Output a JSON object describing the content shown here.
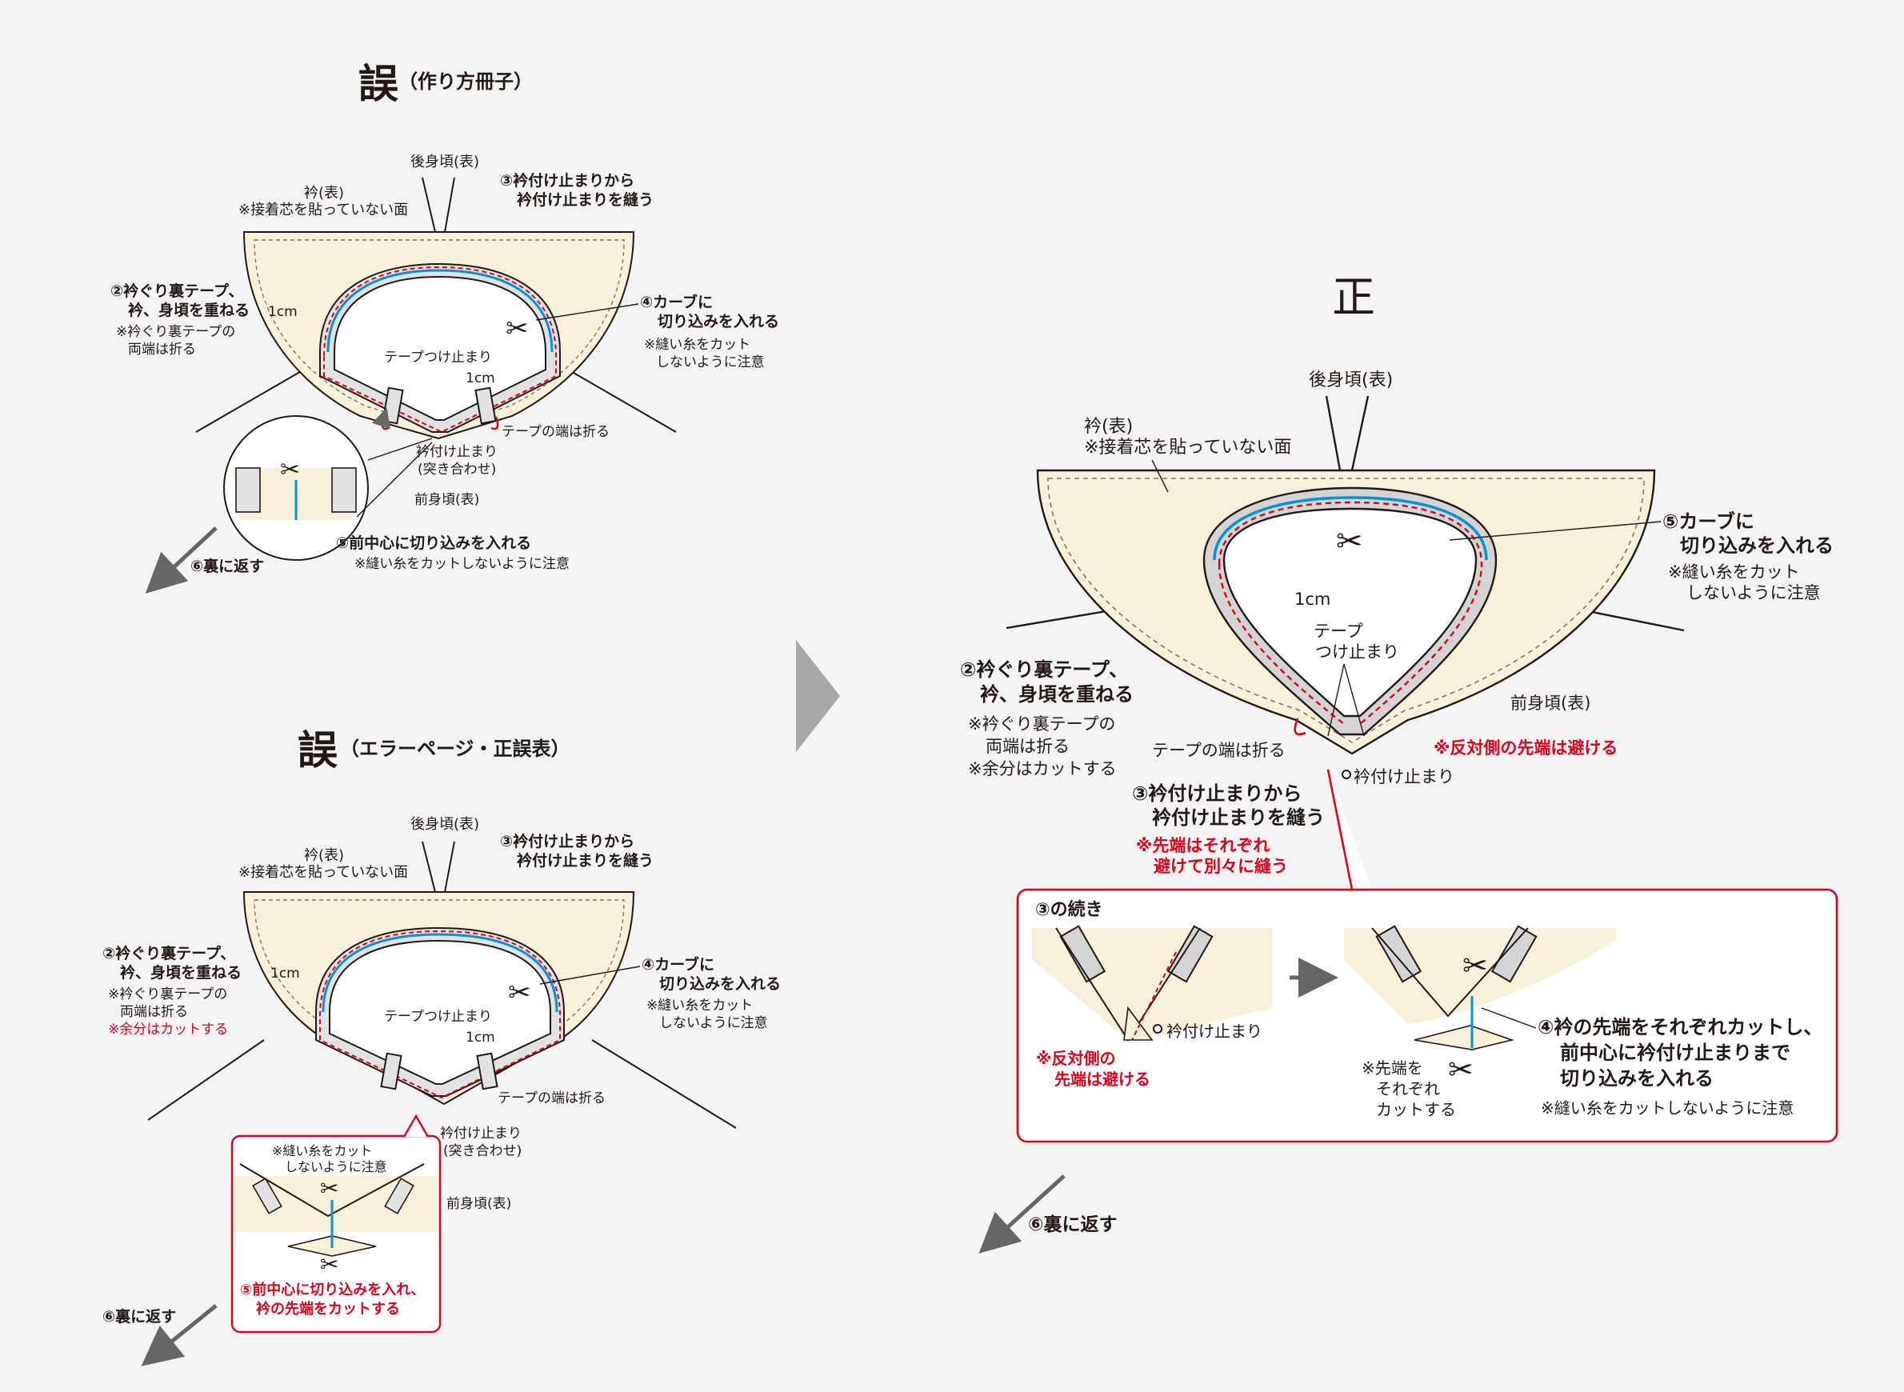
{
  "panel_wrong_1": {
    "title_main": "誤",
    "title_sub": "（作り方冊子）",
    "label_back": "後身頃(表)",
    "label_collar": "衿(表)",
    "label_collar_note": "※接着芯を貼っていない面",
    "step3_line1": "③衿付け止まりから",
    "step3_line2": "衿付け止まりを縫う",
    "step2_line1": "②衿ぐり裏テープ、",
    "step2_line2": "衿、身頃を重ねる",
    "step2_note1": "※衿ぐり裏テープの",
    "step2_note2": "両端は折る",
    "step4_line1": "④カーブに",
    "step4_line2": "切り込みを入れる",
    "step4_note1": "※縫い糸をカット",
    "step4_note2": "しないように注意",
    "label_1cm_a": "1cm",
    "label_1cm_b": "1cm",
    "label_tape_stop": "テープつけ止まり",
    "label_tape_end": "テープの端は折る",
    "label_collar_stop1": "衿付け止まり",
    "label_collar_stop2": "(突き合わせ)",
    "label_front": "前身頃(表)",
    "step5_line": "⑤前中心に切り込みを入れる",
    "step5_note": "※縫い糸をカットしないように注意",
    "step6": "⑥裏に返す"
  },
  "panel_wrong_2": {
    "title_main": "誤",
    "title_sub": "（エラーページ・正誤表）",
    "label_back": "後身頃(表)",
    "label_collar": "衿(表)",
    "label_collar_note": "※接着芯を貼っていない面",
    "step3_line1": "③衿付け止まりから",
    "step3_line2": "衿付け止まりを縫う",
    "step2_line1": "②衿ぐり裏テープ、",
    "step2_line2": "衿、身頃を重ねる",
    "step2_note1": "※衿ぐり裏テープの",
    "step2_note2": "両端は折る",
    "step2_note3": "※余分はカットする",
    "step4_line1": "④カーブに",
    "step4_line2": "切り込みを入れる",
    "step4_note1": "※縫い糸をカット",
    "step4_note2": "しないように注意",
    "label_1cm_a": "1cm",
    "label_1cm_b": "1cm",
    "label_tape_stop": "テープつけ止まり",
    "label_tape_end": "テープの端は折る",
    "label_collar_stop1": "衿付け止まり",
    "label_collar_stop2": "(突き合わせ)",
    "label_front": "前身頃(表)",
    "inset_note1": "※縫い糸をカット",
    "inset_note2": "しないように注意",
    "inset_step5_line1": "⑤前中心に切り込みを入れ、",
    "inset_step5_line2": "衿の先端をカットする",
    "step6": "⑥裏に返す"
  },
  "panel_right": {
    "title_main": "正",
    "label_back": "後身頃(表)",
    "label_collar": "衿(表)",
    "label_collar_note": "※接着芯を貼っていない面",
    "step5_line1": "⑤カーブに",
    "step5_line2": "切り込みを入れる",
    "step5_note1": "※縫い糸をカット",
    "step5_note2": "しないように注意",
    "label_1cm": "1cm",
    "label_tape_stop1": "テープ",
    "label_tape_stop2": "つけ止まり",
    "step2_line1": "②衿ぐり裏テープ、",
    "step2_line2": "衿、身頃を重ねる",
    "step2_note1": "※衿ぐり裏テープの",
    "step2_note2": "両端は折る",
    "step2_note3": "※余分はカットする",
    "label_front": "前身頃(表)",
    "label_tape_end": "テープの端は折る",
    "red_avoid": "※反対側の先端は避ける",
    "label_collar_stop": "衿付け止まり",
    "step3_line1": "③衿付け止まりから",
    "step3_line2": "衿付け止まりを縫う",
    "red_note1": "※先端はそれぞれ",
    "red_note2": "避けて別々に縫う",
    "box_title": "③の続き",
    "box_collar_stop": "衿付け止まり",
    "box_red1": "※反対側の",
    "box_red2": "先端は避ける",
    "box_tip1": "※先端を",
    "box_tip2": "それぞれ",
    "box_tip3": "カットする",
    "step4_line1": "④衿の先端をそれぞれカットし、",
    "step4_line2": "前中心に衿付け止まりまで",
    "step4_line3": "切り込みを入れる",
    "step4_note": "※縫い糸をカットしないように注意",
    "step6": "⑥裏に返す"
  },
  "colors": {
    "fabric": "#f6f1d8",
    "tape": "#d4d4d5",
    "stitch_blue": "#0096d6",
    "stitch_red": "#e3001b",
    "arrow_gray": "#a8a8a8"
  }
}
